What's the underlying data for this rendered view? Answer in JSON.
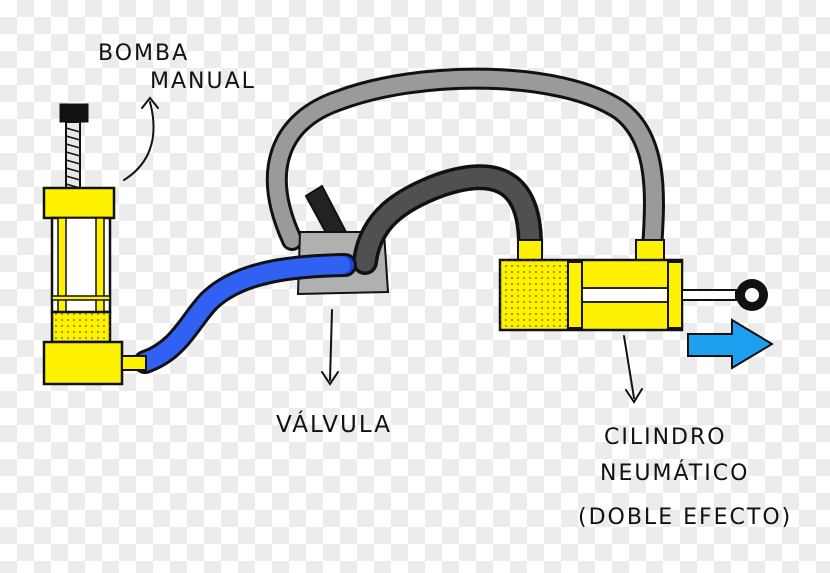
{
  "labels": {
    "pump_line1": "BOMBA",
    "pump_line2": "MANUAL",
    "valve": "VÁLVULA",
    "cylinder_line1": "CILINDRO",
    "cylinder_line2": "NEUMÁTICO",
    "cylinder_line3": "(DOBLE EFECTO)"
  },
  "colors": {
    "yellow": "#fff200",
    "gray": "#9a9a9a",
    "dark_gray": "#555555",
    "blue": "#1d46d8",
    "arrow_blue": "#1ea0f0"
  }
}
